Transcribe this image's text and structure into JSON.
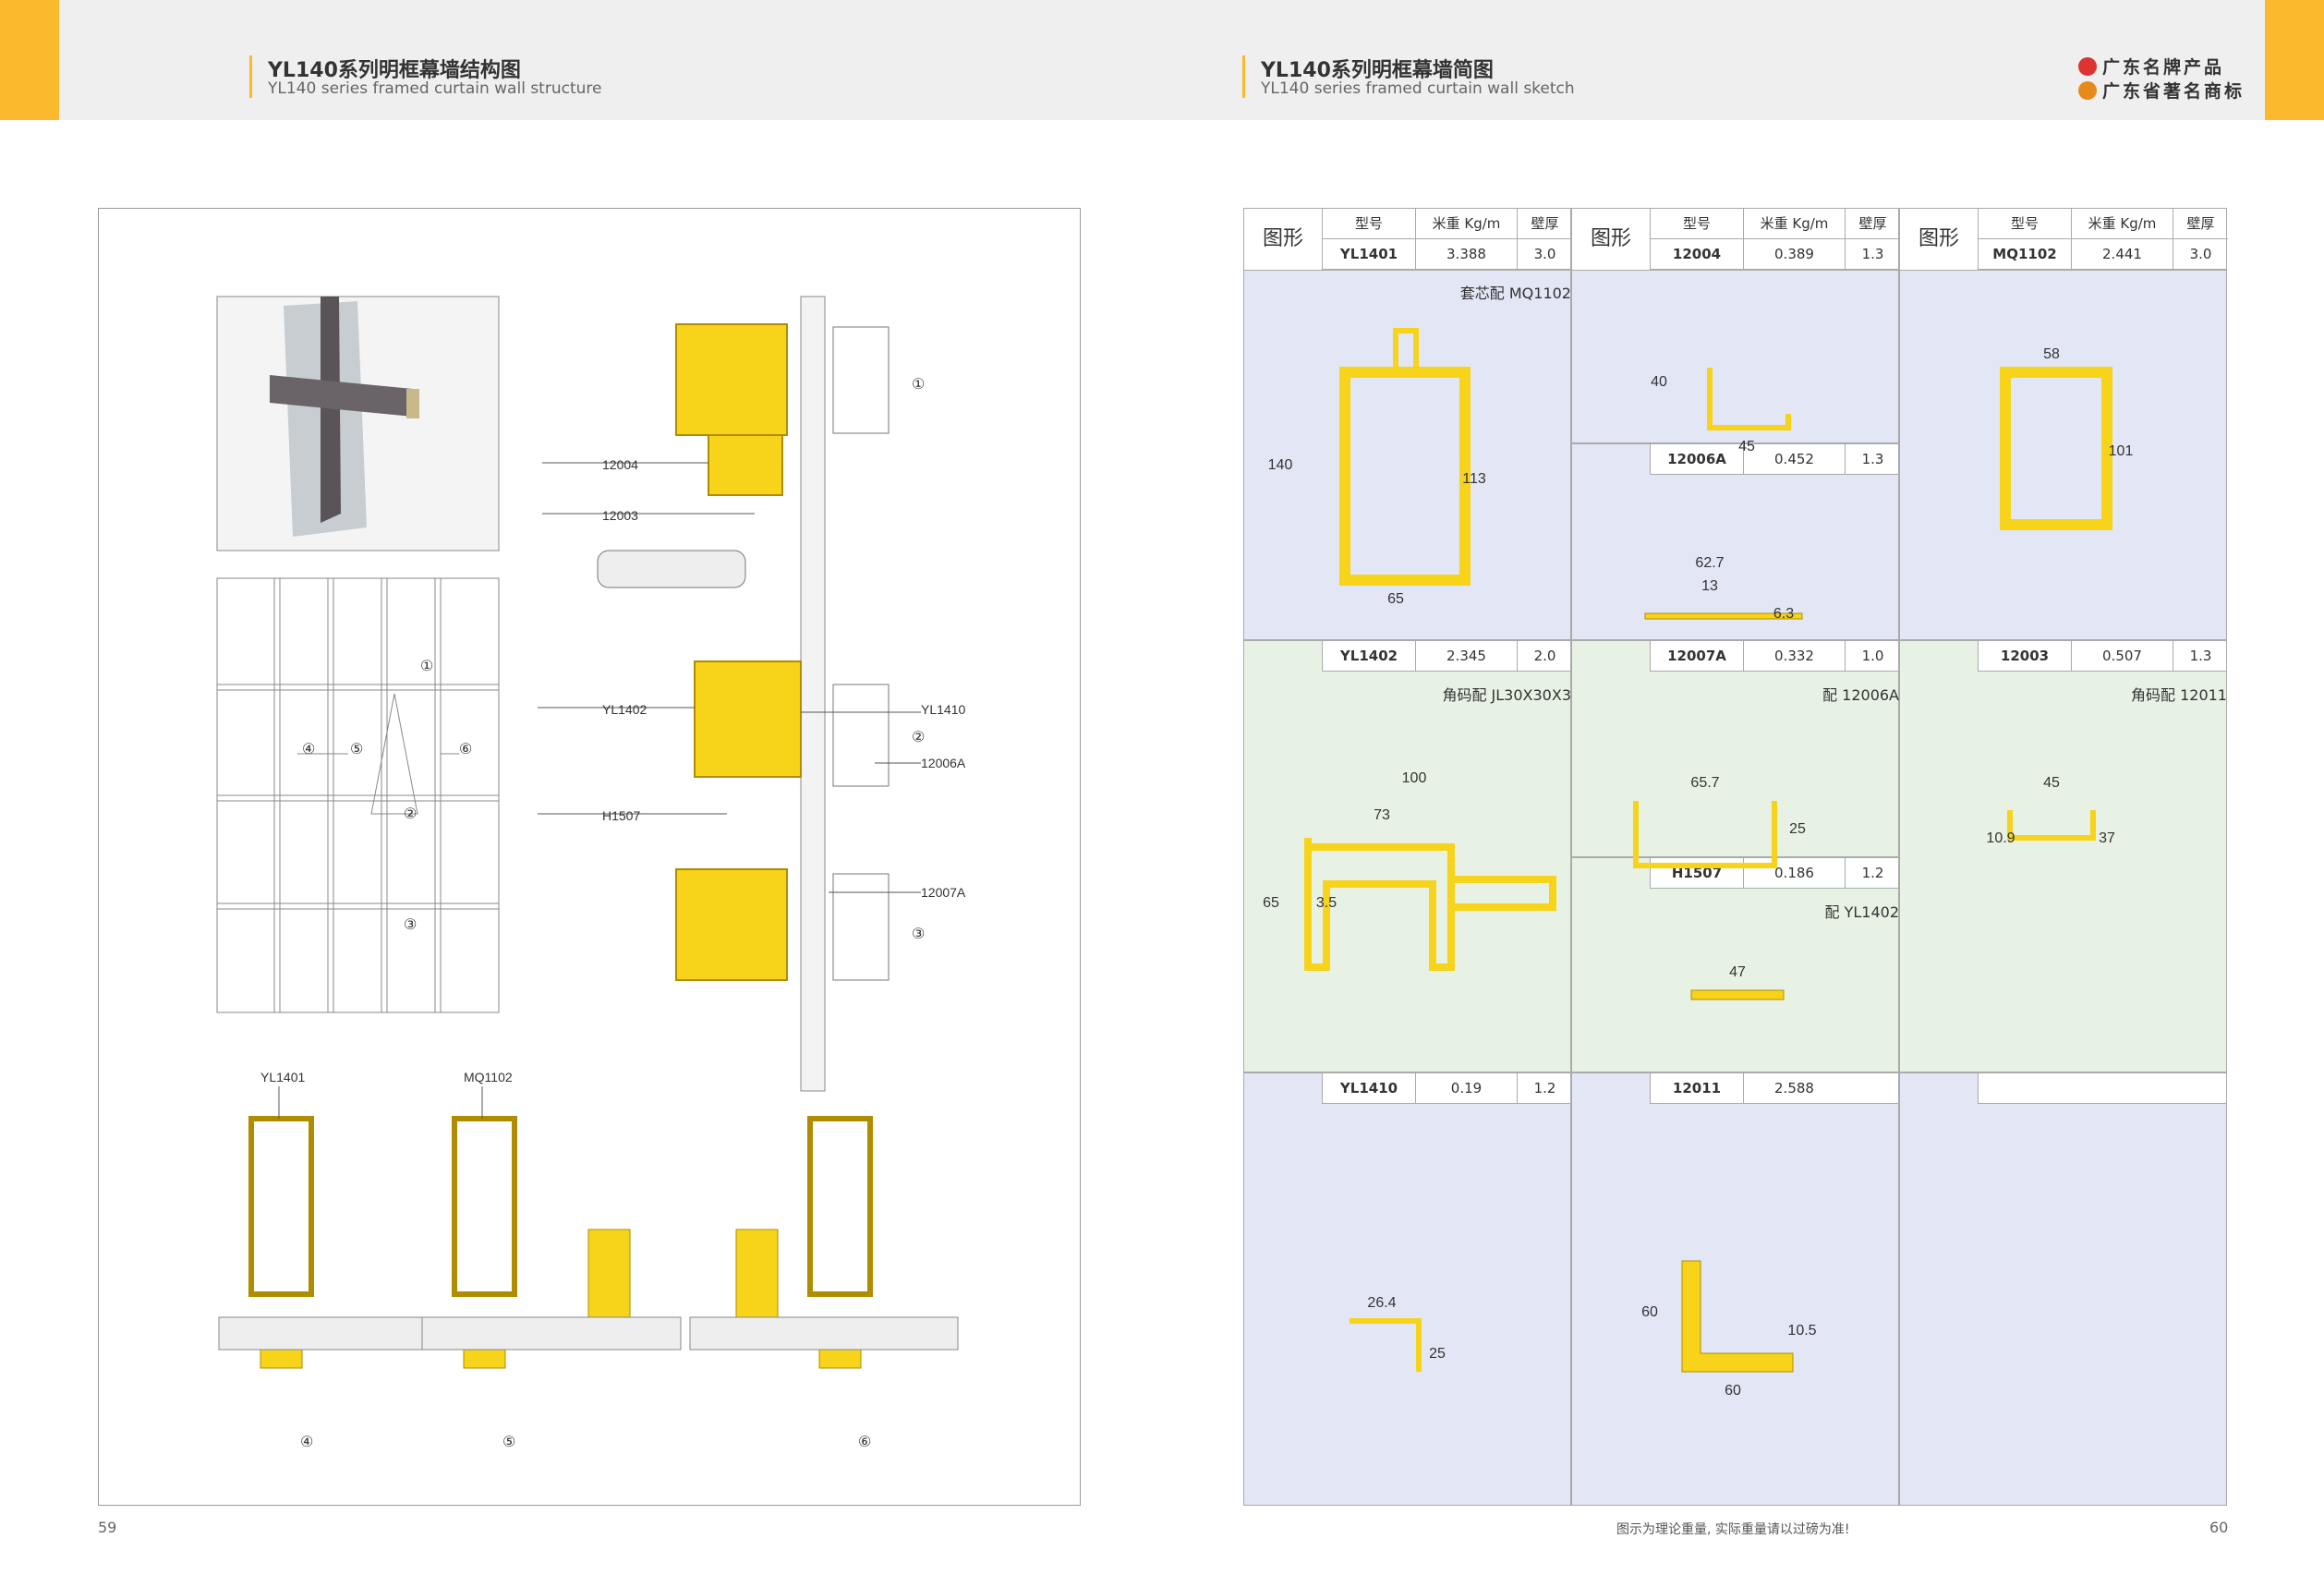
{
  "header": {
    "left_title": "YL140系列明框幕墙结构图",
    "left_subtitle": "YL140 series framed curtain wall structure",
    "right_title": "YL140系列明框幕墙简图",
    "right_subtitle": "YL140 series framed curtain wall sketch",
    "brand_1": "广东名牌产品",
    "brand_2": "广东省著名商标"
  },
  "left_page": {
    "page_number": "59",
    "section_labels": {
      "s4": "④",
      "s5": "⑤",
      "s6": "⑥",
      "s1": "①",
      "s2": "②",
      "s3": "③"
    },
    "callouts": {
      "c12004": "12004",
      "c12003": "12003",
      "cYL1402": "YL1402",
      "cH1507": "H1507",
      "cYL1410": "YL1410",
      "c12006A": "12006A",
      "c12007A": "12007A",
      "cYL1401": "YL1401",
      "cMQ1102": "MQ1102"
    }
  },
  "right_page": {
    "page_number": "60",
    "footnote": "图示为理论重量, 实际重量请以过磅为准!",
    "table_header": {
      "figure": "图形",
      "model": "型号",
      "weight": "米重 Kg/m",
      "thickness": "壁厚"
    },
    "profiles": [
      {
        "model": "YL1401",
        "weight": "3.388",
        "thickness": "3.0",
        "note": "套芯配 MQ1102",
        "dims": [
          "140",
          "113",
          "65"
        ]
      },
      {
        "model": "12004",
        "weight": "0.389",
        "thickness": "1.3",
        "note": "",
        "dims": [
          "40",
          "45"
        ]
      },
      {
        "model": "MQ1102",
        "weight": "2.441",
        "thickness": "3.0",
        "note": "",
        "dims": [
          "58",
          "101"
        ]
      },
      {
        "model": "12006A",
        "weight": "0.452",
        "thickness": "1.3",
        "note": "",
        "dims": [
          "62.7",
          "13",
          "6.3"
        ]
      },
      {
        "model": "YL1402",
        "weight": "2.345",
        "thickness": "2.0",
        "note": "角码配 JL30X30X3",
        "dims": [
          "100",
          "73",
          "65",
          "3.5"
        ]
      },
      {
        "model": "12007A",
        "weight": "0.332",
        "thickness": "1.0",
        "note": "配 12006A",
        "dims": [
          "65.7",
          "25"
        ]
      },
      {
        "model": "12003",
        "weight": "0.507",
        "thickness": "1.3",
        "note": "角码配 12011",
        "dims": [
          "45",
          "10.9",
          "37"
        ]
      },
      {
        "model": "H1507",
        "weight": "0.186",
        "thickness": "1.2",
        "note": "配 YL1402",
        "dims": [
          "47"
        ]
      },
      {
        "model": "YL1410",
        "weight": "0.19",
        "thickness": "1.2",
        "note": "",
        "dims": [
          "26.4",
          "25"
        ]
      },
      {
        "model": "12011",
        "weight": "2.588",
        "thickness": "",
        "note": "",
        "dims": [
          "60",
          "10.5",
          "60"
        ]
      }
    ]
  },
  "colors": {
    "accent": "#fbb92e",
    "profile_yellow": "#f7d31a",
    "blue_cell": "#e3e6f5",
    "green_cell": "#e8f2e4"
  }
}
